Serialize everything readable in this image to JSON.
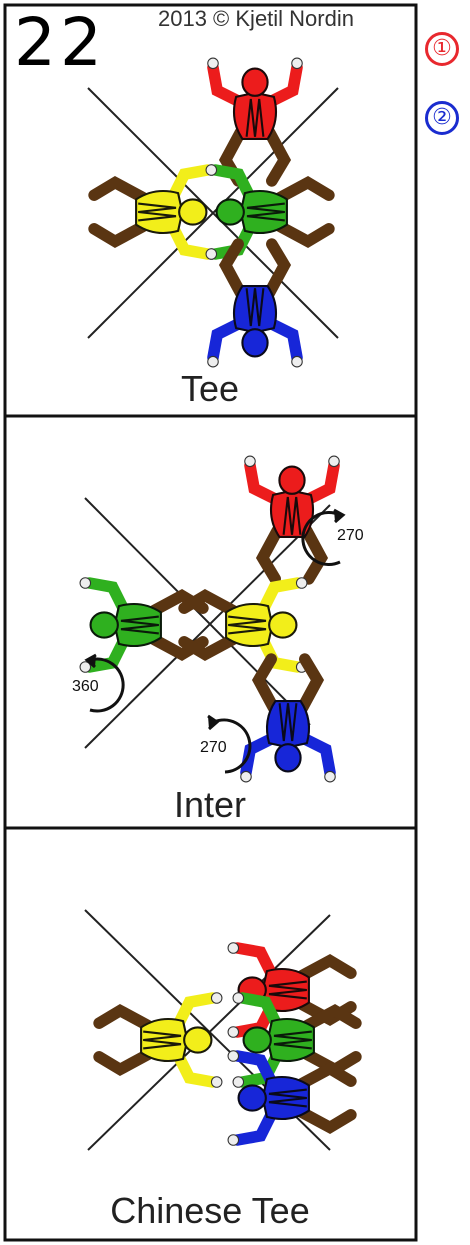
{
  "card": {
    "number": "22",
    "copyright": "2013 © Kjetil Nordin"
  },
  "markers": [
    {
      "text": "①",
      "color": "#e8282e"
    },
    {
      "text": "②",
      "color": "#1a2ccf"
    }
  ],
  "formations": [
    {
      "name": "Tee"
    },
    {
      "name": "Inter",
      "rotations": [
        "270",
        "360",
        "270"
      ]
    },
    {
      "name": "Chinese Tee"
    }
  ],
  "colors": {
    "red": "#ec1c1c",
    "green": "#2fb01f",
    "yellow": "#f2ee1a",
    "blue": "#1726d8",
    "limb": "#5a3512",
    "hand": "#eeeeee"
  },
  "icons": [
    "diagonal-cross-icon",
    "rotation-arrow-icon",
    "skydiver-figure-icon"
  ]
}
